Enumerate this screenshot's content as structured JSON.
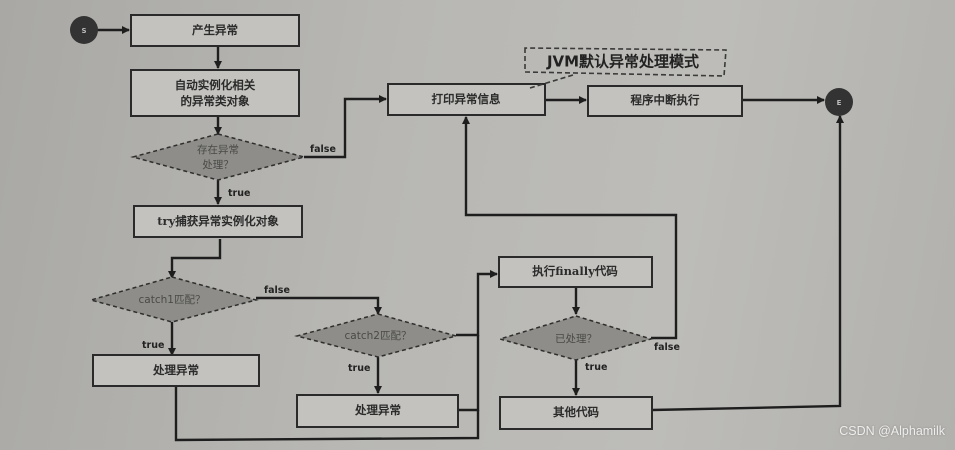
{
  "nodes": {
    "start": "S",
    "end": "E",
    "generate_exception": "产生异常",
    "auto_instantiate_line1": "自动实例化相关",
    "auto_instantiate_line2": "的异常类对象",
    "has_handler_line1": "存在异常",
    "has_handler_line2": "处理？",
    "try_catch": "try捕获异常实例化对象",
    "catch1": "catch1匹配？",
    "handle1": "处理异常",
    "catch2": "catch2匹配？",
    "handle2": "处理异常",
    "print_info": "打印异常信息",
    "interrupt": "程序中断执行",
    "finally": "执行finally代码",
    "handled": "已处理？",
    "other_code": "其他代码"
  },
  "note": "JVM默认异常处理模式",
  "edge_labels": {
    "has_handler_false": "false",
    "has_handler_true": "true",
    "catch1_false": "false",
    "catch1_true": "true",
    "catch2_true": "true",
    "handled_false": "false",
    "handled_true": "true"
  },
  "watermark": "CSDN @Alphamilk"
}
